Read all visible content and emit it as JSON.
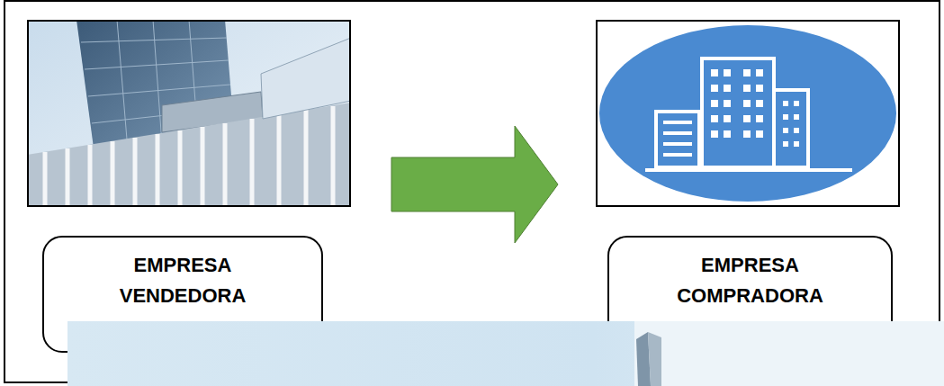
{
  "diagram": {
    "nodes": [
      {
        "text": [
          "EMPRESA VENDEDORA"
        ]
      },
      {
        "text": [
          "EMPRESA COMPRADORA"
        ]
      }
    ],
    "edges": [
      {
        "from": 0,
        "to": 1,
        "arrow": "to"
      }
    ]
  }
}
